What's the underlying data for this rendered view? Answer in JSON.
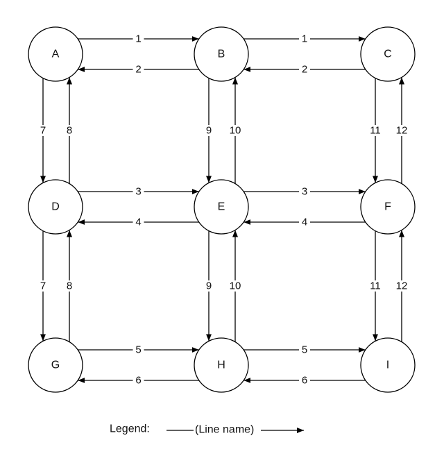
{
  "diagram": {
    "nodes": [
      {
        "id": "A",
        "label": "A"
      },
      {
        "id": "B",
        "label": "B"
      },
      {
        "id": "C",
        "label": "C"
      },
      {
        "id": "D",
        "label": "D"
      },
      {
        "id": "E",
        "label": "E"
      },
      {
        "id": "F",
        "label": "F"
      },
      {
        "id": "G",
        "label": "G"
      },
      {
        "id": "H",
        "label": "H"
      },
      {
        "id": "I",
        "label": "I"
      }
    ],
    "edges": [
      {
        "from": "A",
        "to": "B",
        "label": "1"
      },
      {
        "from": "B",
        "to": "A",
        "label": "2"
      },
      {
        "from": "B",
        "to": "C",
        "label": "1"
      },
      {
        "from": "C",
        "to": "B",
        "label": "2"
      },
      {
        "from": "D",
        "to": "E",
        "label": "3"
      },
      {
        "from": "E",
        "to": "D",
        "label": "4"
      },
      {
        "from": "E",
        "to": "F",
        "label": "3"
      },
      {
        "from": "F",
        "to": "E",
        "label": "4"
      },
      {
        "from": "G",
        "to": "H",
        "label": "5"
      },
      {
        "from": "H",
        "to": "G",
        "label": "6"
      },
      {
        "from": "H",
        "to": "I",
        "label": "5"
      },
      {
        "from": "I",
        "to": "H",
        "label": "6"
      },
      {
        "from": "A",
        "to": "D",
        "label": "7"
      },
      {
        "from": "D",
        "to": "A",
        "label": "8"
      },
      {
        "from": "D",
        "to": "G",
        "label": "7"
      },
      {
        "from": "G",
        "to": "D",
        "label": "8"
      },
      {
        "from": "B",
        "to": "E",
        "label": "9"
      },
      {
        "from": "E",
        "to": "B",
        "label": "10"
      },
      {
        "from": "E",
        "to": "H",
        "label": "9"
      },
      {
        "from": "H",
        "to": "E",
        "label": "10"
      },
      {
        "from": "C",
        "to": "F",
        "label": "11"
      },
      {
        "from": "F",
        "to": "C",
        "label": "12"
      },
      {
        "from": "F",
        "to": "I",
        "label": "11"
      },
      {
        "from": "I",
        "to": "F",
        "label": "12"
      }
    ]
  },
  "legend": {
    "title": "Legend:",
    "sample_label": "(Line name)"
  },
  "colors": {
    "stroke": "#000000",
    "background": "#ffffff"
  }
}
